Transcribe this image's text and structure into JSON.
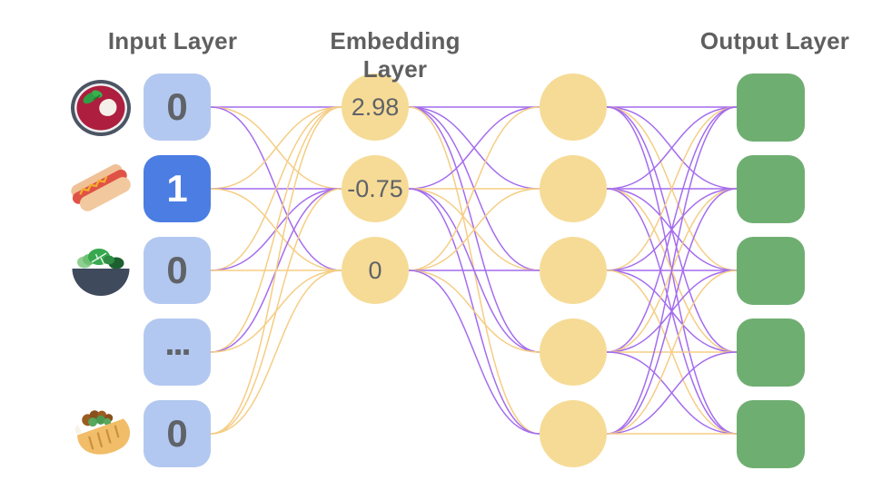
{
  "diagram": {
    "titles": {
      "input": "Input Layer",
      "embedding": "Embedding Layer",
      "output": "Output Layer"
    },
    "input_layer": {
      "items": [
        {
          "icon": "borscht-bowl-icon",
          "value": "0",
          "selected": false
        },
        {
          "icon": "hot-dog-icon",
          "value": "1",
          "selected": true
        },
        {
          "icon": "salad-icon",
          "value": "0",
          "selected": false
        },
        {
          "icon": "none",
          "value": "...",
          "selected": false
        },
        {
          "icon": "stuffed-pita-icon",
          "value": "0",
          "selected": false
        }
      ]
    },
    "embedding_layer": {
      "values": [
        "2.98",
        "-0.75",
        "0"
      ]
    },
    "hidden_layer": {
      "node_count": 5
    },
    "output_layer": {
      "node_count": 5
    },
    "colors": {
      "input_node": "#b3c8f0",
      "input_node_selected": "#4b7de2",
      "embedding_node": "#f6db96",
      "hidden_node": "#f6db96",
      "output_node": "#6fae71",
      "edge_purple": "#a46cee",
      "edge_yellow": "#f5cd84",
      "title_text": "#5f5f5f",
      "value_text": "#5f6368"
    },
    "edges": {
      "input_to_embedding": [
        [
          "P",
          "Y",
          "P"
        ],
        [
          "Y",
          "P",
          "Y"
        ],
        [
          "Y",
          "P",
          "Y"
        ],
        [
          "Y",
          "P",
          "Y"
        ],
        [
          "Y",
          "Y",
          "Y"
        ]
      ],
      "embedding_to_hidden": [
        [
          "P",
          "P",
          "P",
          "P",
          "Y"
        ],
        [
          "P",
          "Y",
          "Y",
          "P",
          "P"
        ],
        [
          "Y",
          "Y",
          "P",
          "Y",
          "P"
        ]
      ],
      "hidden_to_output": [
        [
          "P",
          "P",
          "Y",
          "P",
          "P"
        ],
        [
          "P",
          "P",
          "P",
          "Y",
          "P"
        ],
        [
          "Y",
          "P",
          "P",
          "P",
          "Y"
        ],
        [
          "P",
          "Y",
          "P",
          "Y",
          "P"
        ],
        [
          "P",
          "P",
          "Y",
          "P",
          "Y"
        ]
      ]
    }
  }
}
